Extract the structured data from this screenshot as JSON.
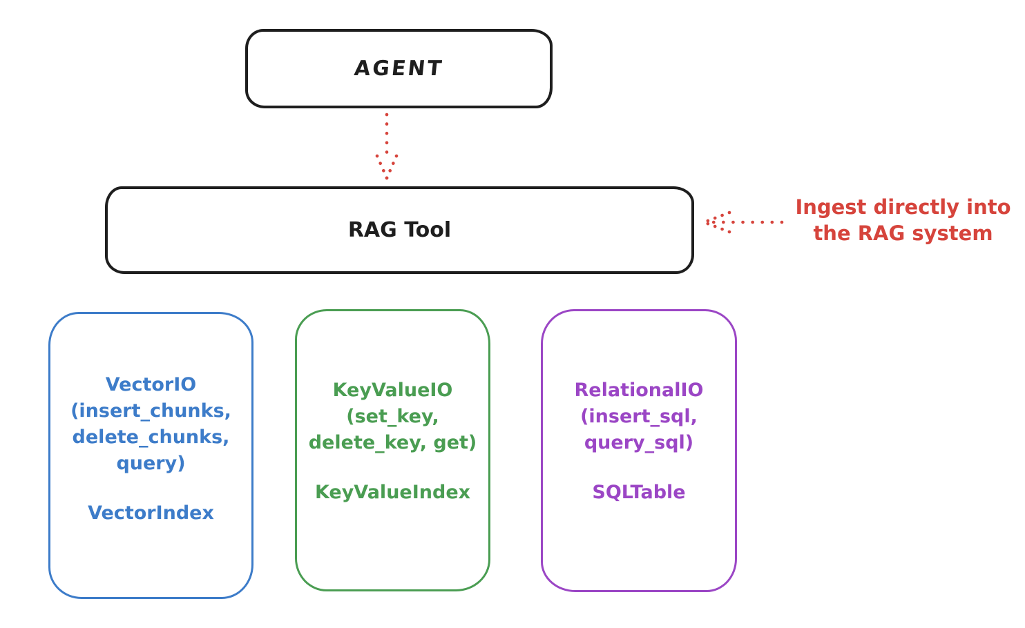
{
  "colors": {
    "ink": "#1e1e1e",
    "red": "#d6443c"
  },
  "agent": {
    "label": "AGENT"
  },
  "rag": {
    "label": "RAG Tool"
  },
  "annotation": {
    "text": "Ingest directly into\nthe RAG system"
  },
  "io_boxes": [
    {
      "name": "vector-io",
      "color": "#3d7cc9",
      "body": "VectorIO\n(insert_chunks,\ndelete_chunks,\nquery)",
      "index": "VectorIndex"
    },
    {
      "name": "keyvalue-io",
      "color": "#4a9d52",
      "body": "KeyValueIO\n(set_key,\ndelete_key, get)",
      "index": "KeyValueIndex"
    },
    {
      "name": "relational-io",
      "color": "#9b46c5",
      "body": "RelationalIO\n(insert_sql,\nquery_sql)",
      "index": "SQLTable"
    }
  ]
}
